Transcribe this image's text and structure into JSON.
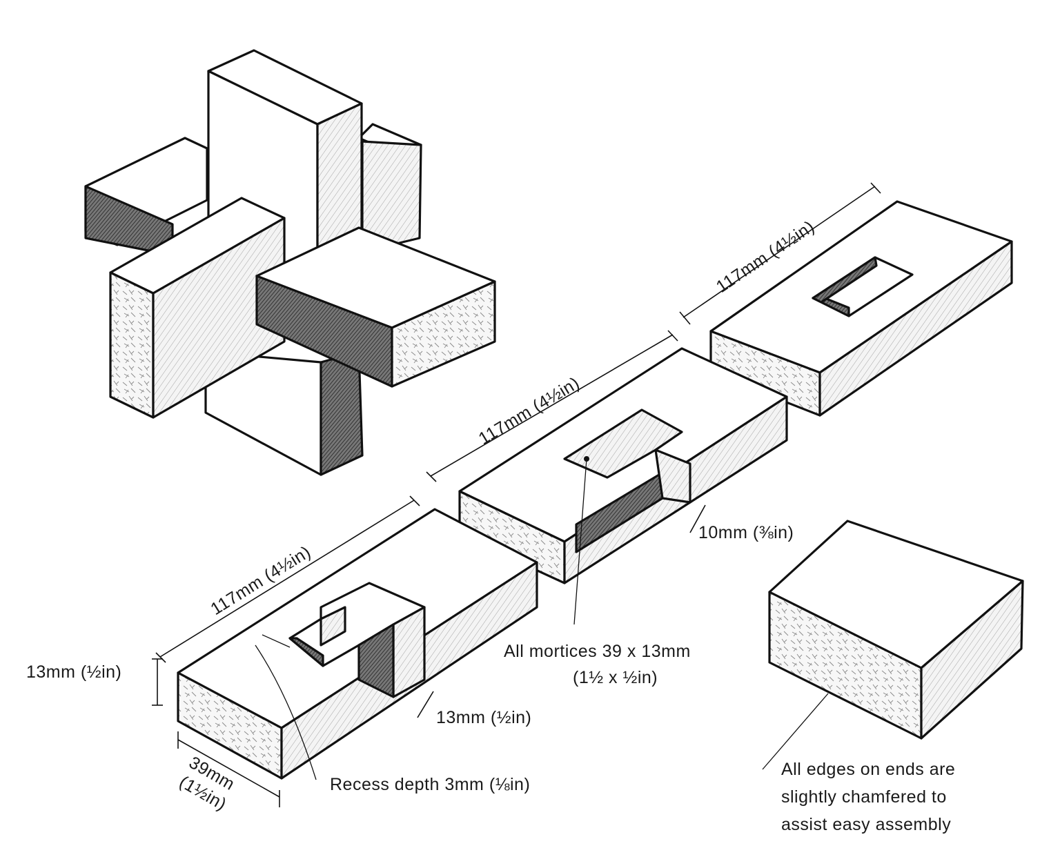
{
  "labels": {
    "dim_length_right": "117mm (4½in)",
    "dim_length_middle": "117mm (4½in)",
    "dim_length_front": "117mm (4½in)",
    "dim_thickness": "13mm (½in)",
    "dim_width_mm": "39mm",
    "dim_width_in": "(1½in)",
    "dim_notch_10": "10mm (⅜in)",
    "dim_notch_13": "13mm (½in)",
    "mortice_line1": "All mortices 39 x 13mm",
    "mortice_line2": "(1½ x ½in)",
    "recess": "Recess depth 3mm (⅛in)",
    "chamfer_line1": "All edges on ends are",
    "chamfer_line2": "slightly chamfered to",
    "chamfer_line3": "assist easy assembly"
  },
  "colors": {
    "ink": "#111111",
    "paper": "#ffffff"
  }
}
